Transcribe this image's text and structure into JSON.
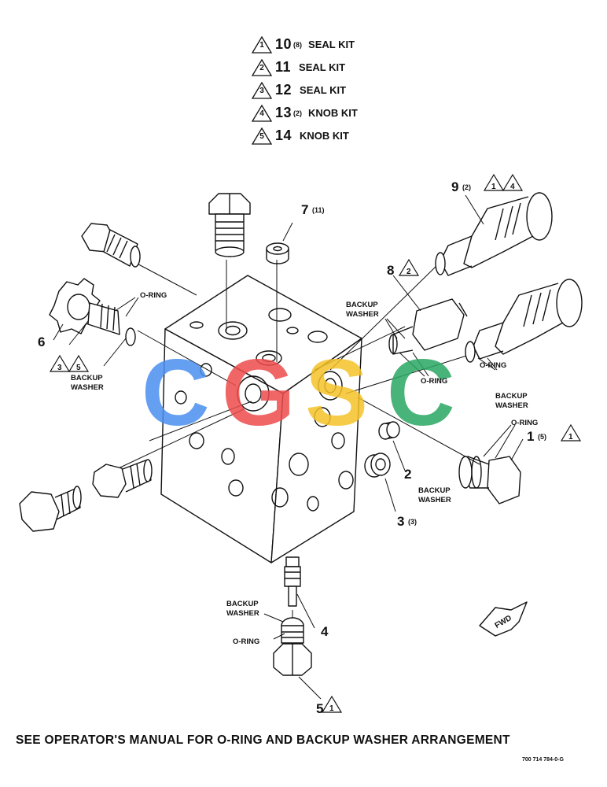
{
  "legend": [
    {
      "mark": "1",
      "item": "10",
      "qty": "(8)",
      "label": "SEAL KIT"
    },
    {
      "mark": "2",
      "item": "11",
      "qty": "",
      "label": "SEAL KIT"
    },
    {
      "mark": "3",
      "item": "12",
      "qty": "",
      "label": "SEAL KIT"
    },
    {
      "mark": "4",
      "item": "13",
      "qty": "(2)",
      "label": "KNOB KIT"
    },
    {
      "mark": "5",
      "item": "14",
      "qty": "",
      "label": "KNOB KIT"
    }
  ],
  "callouts": {
    "c7": "7",
    "c7q": "(11)",
    "c9": "9",
    "c9q": "(2)",
    "c9m1": "1",
    "c9m2": "4",
    "c8": "8",
    "c8m": "2",
    "c6": "6",
    "c6m1": "3",
    "c6m2": "5",
    "c1": "1",
    "c1q": "(5)",
    "c1m": "1",
    "c2": "2",
    "c3": "3",
    "c3q": "(3)",
    "c4": "4",
    "c5": "5",
    "c5m": "1"
  },
  "labels": {
    "oring": "O-RING",
    "backup": "BACKUP",
    "washer": "WASHER"
  },
  "watermark": {
    "letters": [
      "C",
      "G",
      "S",
      "C"
    ],
    "colors": [
      "#4a8ff0",
      "#ee4b4b",
      "#f5c228",
      "#2aa862"
    ]
  },
  "fwd": "FWD",
  "footer": "SEE OPERATOR'S MANUAL FOR O-RING AND BACKUP WASHER ARRANGEMENT",
  "drawing_number": "700 714 784-0-G"
}
